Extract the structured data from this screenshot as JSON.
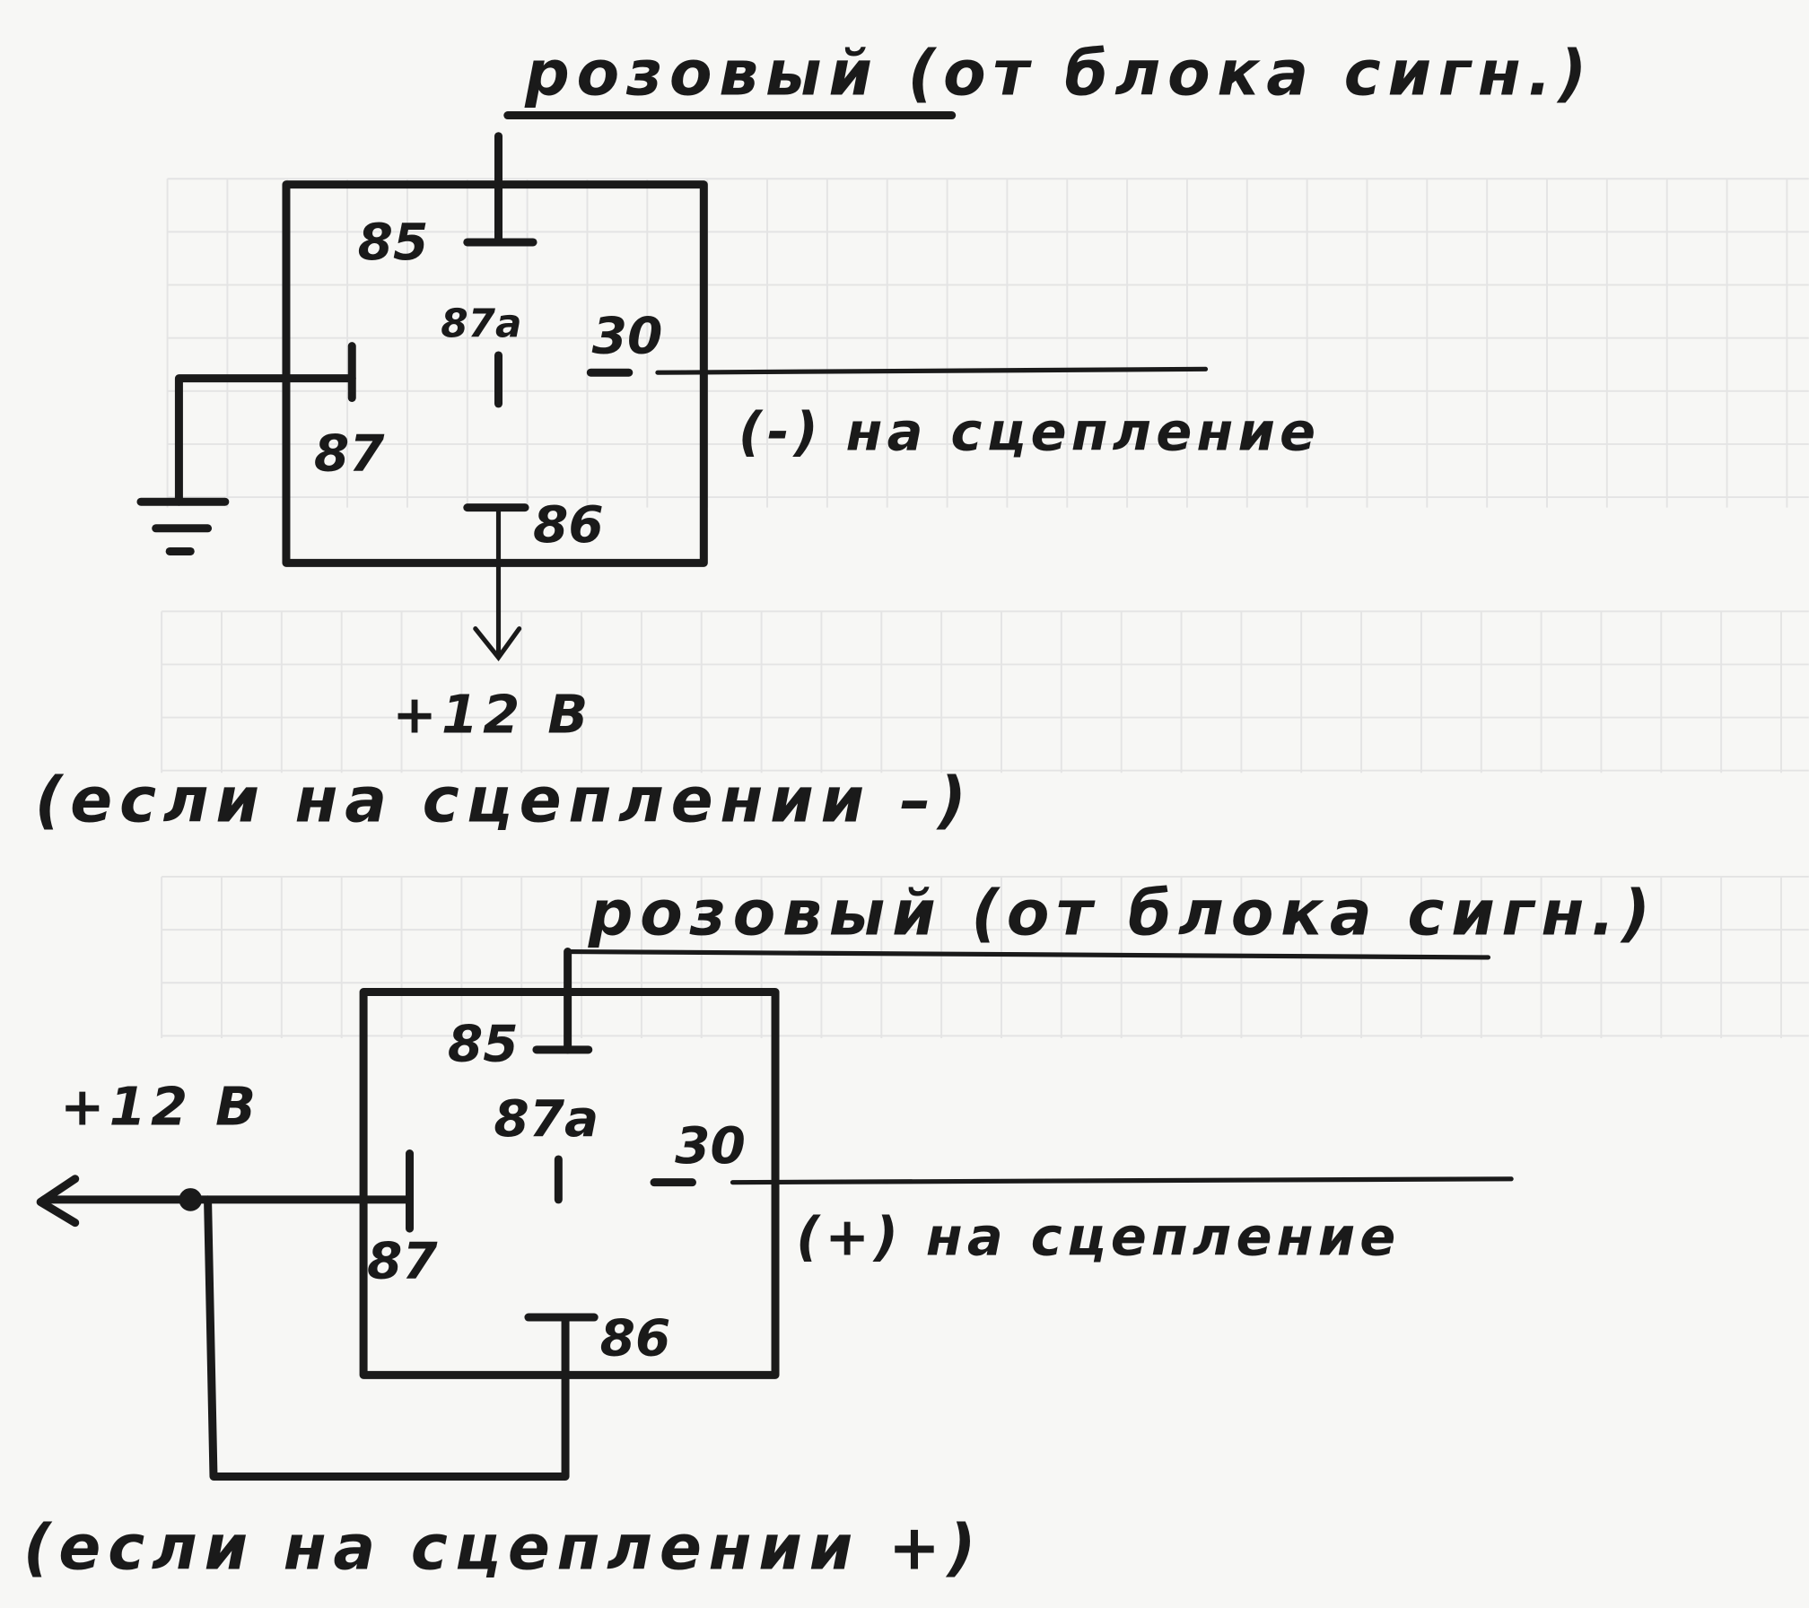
{
  "diagram_top": {
    "title": "розовый (от блока сигн.)",
    "pins": {
      "p85": "85",
      "p87a": "87a",
      "p30": "30",
      "p87": "87",
      "p86": "86"
    },
    "output_label": "(-) на сцепление",
    "supply_label": "+12 В",
    "caption": "(если на сцеплении –)"
  },
  "diagram_bottom": {
    "title": "розовый (от блока сигн.)",
    "pins": {
      "p85": "85",
      "p87a": "87a",
      "p30": "30",
      "p87": "87",
      "p86": "86"
    },
    "output_label": "(+) на сцепление",
    "supply_label": "+12 В",
    "caption": "(если на сцеплении +)"
  },
  "colors": {
    "ink": "#1a1a1a",
    "paper": "#f7f7f5",
    "grid": "#e4e4e4"
  }
}
